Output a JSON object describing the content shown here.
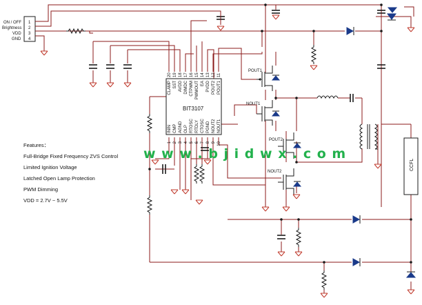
{
  "connector": {
    "labels": [
      "ON / OFF",
      "Brightness",
      "VDD",
      "GND"
    ],
    "pins": [
      "1",
      "2",
      "3",
      "4"
    ]
  },
  "ic": {
    "name": "BIT3107",
    "top_pins": [
      {
        "num": "20",
        "name": "CLAMP"
      },
      {
        "num": "19",
        "name": "SST"
      },
      {
        "num": "18",
        "name": "AVDD"
      },
      {
        "num": "17",
        "name": "DIMDC"
      },
      {
        "num": "16",
        "name": "CTPWM"
      },
      {
        "num": "15",
        "name": "PWMOUT"
      },
      {
        "num": "14",
        "name": "EA"
      },
      {
        "num": "13",
        "name": "PVDD"
      },
      {
        "num": "12",
        "name": "POUT2"
      },
      {
        "num": "11",
        "name": "POUT1"
      }
    ],
    "bottom_pins": [
      {
        "num": "1",
        "name": "ININ"
      },
      {
        "num": "2",
        "name": "CMP"
      },
      {
        "num": "3",
        "name": "AGND"
      },
      {
        "num": "4",
        "name": "OLP"
      },
      {
        "num": "5",
        "name": "RTOSC"
      },
      {
        "num": "6",
        "name": "RTDLY"
      },
      {
        "num": "7",
        "name": "CTOSC"
      },
      {
        "num": "8",
        "name": "PGND"
      },
      {
        "num": "9",
        "name": "NOUT2"
      },
      {
        "num": "10",
        "name": "NOUT1"
      }
    ]
  },
  "transistors": {
    "pout1": "POUT1",
    "nout1": "NOUT1",
    "pout2": "POUT2",
    "nout2": "NOUT2"
  },
  "lamp": "CCFL",
  "watermark": "w w w . b j i d w x . c o m",
  "features": {
    "title": "Features：",
    "items": [
      "Full-Bridge Fixed Frequency ZVS Control",
      "Limited Ignition Voltage",
      "Latched Open Lamp Protection",
      "PWM Dimming",
      "VDD = 2.7V ~ 5.5V"
    ]
  },
  "colors": {
    "wire": "#8b1a1a",
    "ground": "#c0392b",
    "diode": "#1a3a8a",
    "watermark": "#22b14c"
  }
}
